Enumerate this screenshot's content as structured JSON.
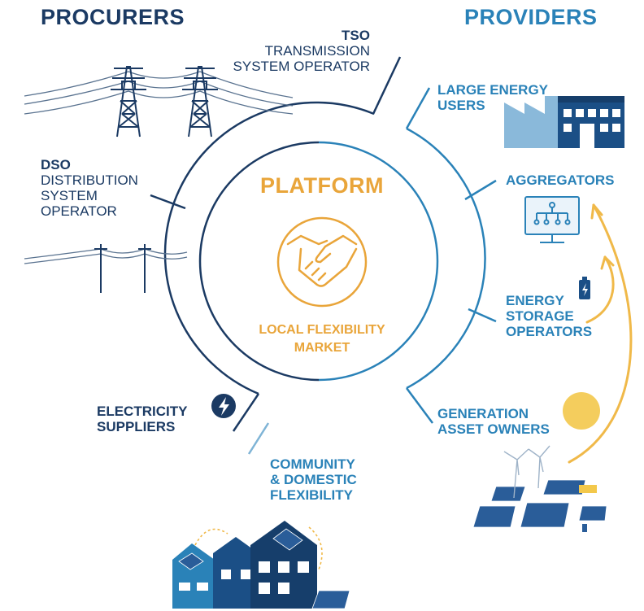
{
  "headers": {
    "procurers": "PROCURERS",
    "providers": "PROVIDERS"
  },
  "center": {
    "title": "PLATFORM",
    "subtitle_line1": "LOCAL FLEXIBILITY",
    "subtitle_line2": "MARKET",
    "icon": "handshake-icon"
  },
  "procurers": {
    "tso": {
      "abbr": "TSO",
      "line1": "TRANSMISSION",
      "line2": "SYSTEM OPERATOR",
      "icon": "transmission-tower-icon"
    },
    "dso": {
      "abbr": "DSO",
      "line1": "DISTRIBUTION",
      "line2": "SYSTEM",
      "line3": "OPERATOR",
      "icon": "utility-pole-icon"
    },
    "suppliers": {
      "line1": "ELECTRICITY",
      "line2": "SUPPLIERS",
      "icon": "lightning-bolt-icon"
    },
    "community": {
      "line1": "COMMUNITY",
      "line2": "& DOMESTIC",
      "line3": "FLEXIBILITY",
      "icon": "houses-icon"
    }
  },
  "providers": {
    "large_users": {
      "line1": "LARGE ENERGY",
      "line2": "USERS",
      "icon": "factory-icon"
    },
    "aggregators": {
      "line1": "AGGREGATORS",
      "icon": "monitor-network-icon"
    },
    "storage": {
      "line1": "ENERGY",
      "line2": "STORAGE",
      "line3": "OPERATORS",
      "icon": "battery-icon"
    },
    "generation": {
      "line1": "GENERATION",
      "line2": "ASSET OWNERS",
      "icon": "solar-wind-farm-icon"
    }
  },
  "colors": {
    "navy": "#1b3a63",
    "blue": "#2a82b8",
    "light_blue": "#7fb4d6",
    "orange": "#e9a53a",
    "sun": "#f3c84b"
  }
}
